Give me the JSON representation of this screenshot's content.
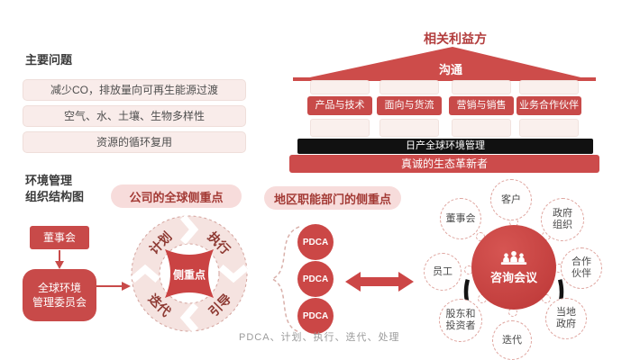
{
  "colors": {
    "accent_red": "#c84a49",
    "dark_red_text": "#b23c3c",
    "pink_fill": "#f7dcdb",
    "ring_fill": "#f5e3e0",
    "black_bar": "#111111",
    "caption_gray": "#9b9b9b"
  },
  "left_panel": {
    "title": "主要问题",
    "issues": [
      "减少CO，排放量向可再生能源过渡",
      "空气、水、土壤、生物多样性",
      "资源的循环复用"
    ]
  },
  "org_chart": {
    "title": "环境管理\n组织结构图",
    "board": "董事会",
    "committee": "全球环境\n管理委员会"
  },
  "temple": {
    "title": "相关利益方",
    "roof": "沟通",
    "pillars": [
      "产品与技术",
      "面向与货流",
      "营销与销售",
      "业务合作伙伴"
    ],
    "black_bar": "日产全球环境管理",
    "red_bar": "真诚的生态革新者"
  },
  "global_focus": {
    "title": "公司的全球侧重点",
    "segments": [
      "计划",
      "执行",
      "迭代",
      "引导"
    ],
    "center": "侧重点"
  },
  "regional": {
    "title": "地区职能部门的侧重点",
    "pdca_items": [
      "PDCA",
      "PDCA",
      "PDCA"
    ],
    "caption": "PDCA、计划、执行、迭代、处理"
  },
  "wheel": {
    "center": "咨询会议",
    "center_icon": "people-icon",
    "satellites": {
      "board": "董事会",
      "customer": "客户",
      "gov_org": "政府\n组织",
      "employees": "员工",
      "partners": "合作\n伙伴",
      "shareholders": "股东和\n投资者",
      "iteration": "迭代",
      "local_gov": "当地\n政府"
    }
  }
}
